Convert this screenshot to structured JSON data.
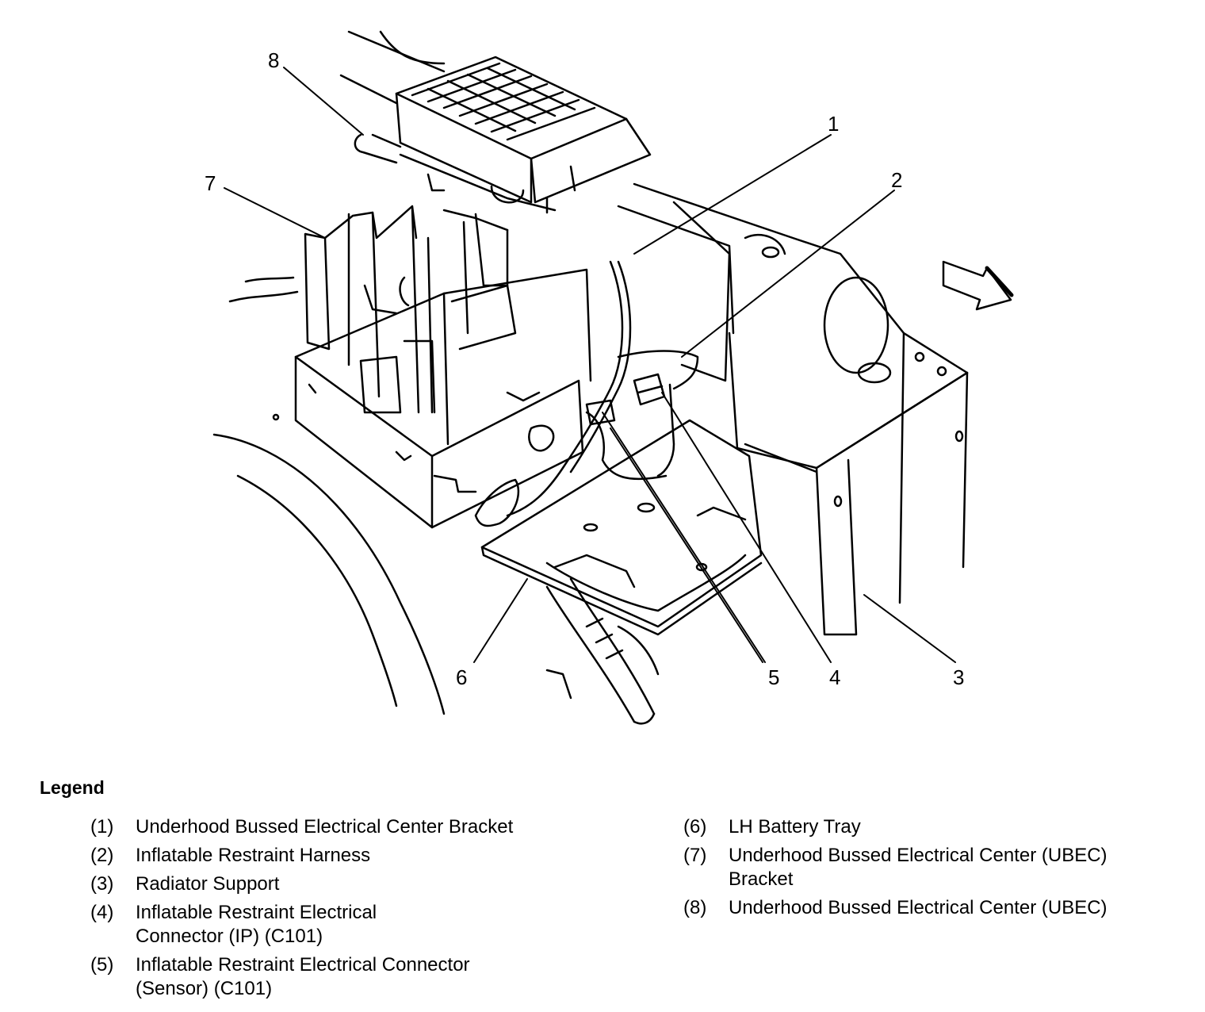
{
  "legend": {
    "title": "Legend",
    "items": [
      {
        "num": "(1)",
        "label": "Underhood Bussed Electrical Center Bracket"
      },
      {
        "num": "(2)",
        "label": "Inflatable Restraint Harness"
      },
      {
        "num": "(3)",
        "label": "Radiator Support"
      },
      {
        "num": "(4)",
        "label": "Inflatable Restraint Electrical Connector (IP) (C101)"
      },
      {
        "num": "(5)",
        "label": "Inflatable Restraint Electrical Connector (Sensor) (C101)"
      },
      {
        "num": "(6)",
        "label": "LH Battery Tray"
      },
      {
        "num": "(7)",
        "label": "Underhood Bussed Electrical Center (UBEC) Bracket"
      },
      {
        "num": "(8)",
        "label": "Underhood Bussed Electrical Center (UBEC)"
      }
    ]
  },
  "callouts": [
    "1",
    "2",
    "3",
    "4",
    "5",
    "6",
    "7",
    "8"
  ]
}
